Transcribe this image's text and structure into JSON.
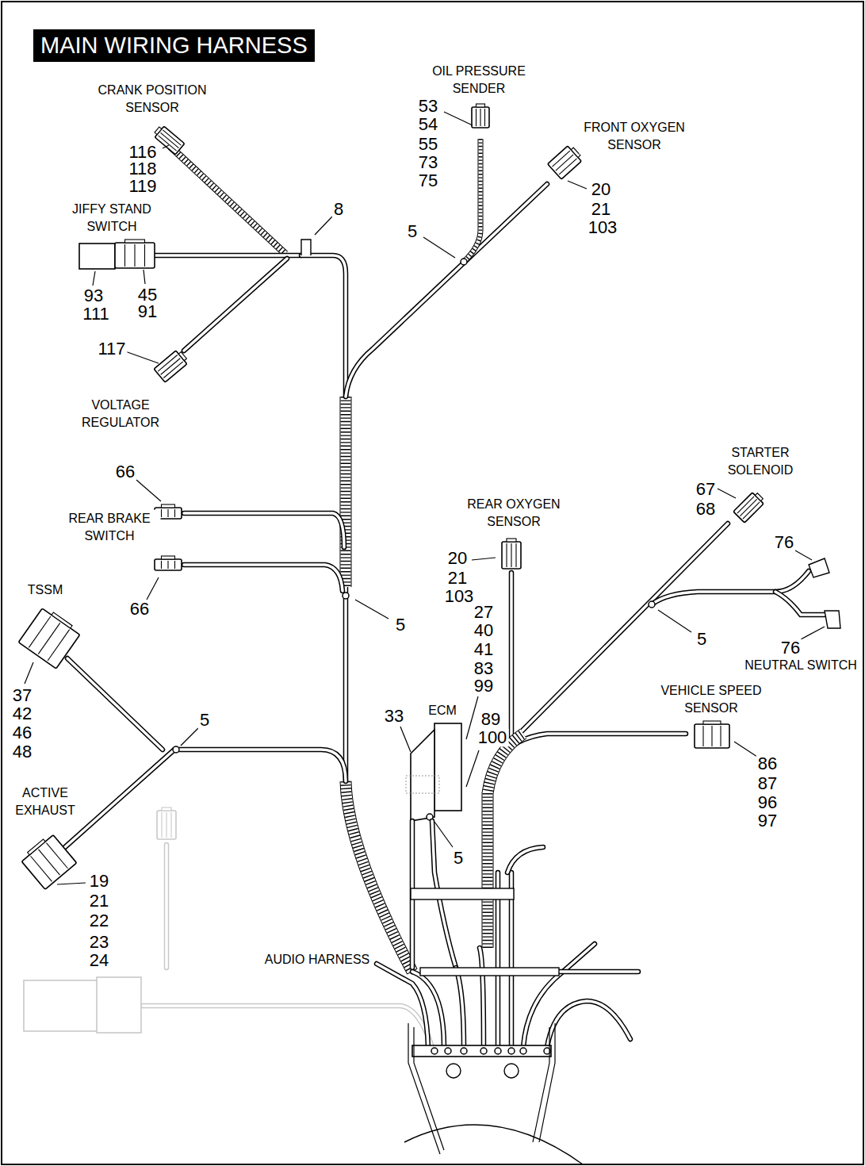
{
  "diagram": {
    "title": "MAIN WIRING HARNESS",
    "labels": [
      "CRANK POSITION SENSOR",
      "116",
      "118",
      "119",
      "OIL PRESSURE SENDER",
      "53",
      "54",
      "55",
      "73",
      "75",
      "FRONT OXYGEN SENSOR",
      "20",
      "21",
      "103",
      "8",
      "JIFFY STAND SWITCH",
      "5",
      "93",
      "111",
      "45",
      "91",
      "117",
      "VOLTAGE REGULATOR",
      "66",
      "REAR BRAKE SWITCH",
      "66",
      "TSSM",
      "5",
      "STARTER SOLENOID",
      "67",
      "68",
      "76",
      "REAR OXYGEN SENSOR",
      "20",
      "21",
      "103",
      "27",
      "40",
      "41",
      "83",
      "99",
      "5",
      "76",
      "NEUTRAL SWITCH",
      "VEHICLE SPEED SENSOR",
      "37",
      "42",
      "46",
      "48",
      "5",
      "33",
      "ECM",
      "89",
      "100",
      "86",
      "87",
      "96",
      "97",
      "ACTIVE EXHAUST",
      "5",
      "19",
      "21",
      "22",
      "23",
      "24",
      "AUDIO HARNESS"
    ]
  }
}
